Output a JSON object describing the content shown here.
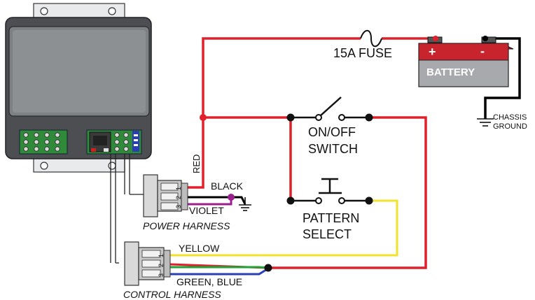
{
  "labels": {
    "fuse": "15A FUSE",
    "battery": "BATTERY",
    "battery_plus": "+",
    "battery_minus": "-",
    "chassis_ground_1": "CHASSIS",
    "chassis_ground_2": "GROUND",
    "red_wire": "RED",
    "onoff_1": "ON/OFF",
    "onoff_2": "SWITCH",
    "black_wire": "BLACK",
    "violet_wire": "VIOLET",
    "power_harness": "POWER HARNESS",
    "pattern_1": "PATTERN",
    "pattern_2": "SELECT",
    "yellow_wire": "YELLOW",
    "green_blue_wire": "GREEN, BLUE",
    "control_harness": "CONTROL HARNESS",
    "power_pins": [
      "1",
      "2",
      "3"
    ],
    "control_pins": [
      "1",
      "2",
      "3"
    ]
  },
  "colors": {
    "red": "#e0202a",
    "black": "#000000",
    "violet": "#9b1f8f",
    "yellow": "#f2e22a",
    "green": "#22a23a",
    "blue": "#2a3fb5",
    "battery_top": "#c8242d",
    "battery_body": "#a7a9ac",
    "controller_body": "#4c4e52",
    "controller_screen": "#8d9093",
    "terminal_green": "#2f8a3a"
  }
}
